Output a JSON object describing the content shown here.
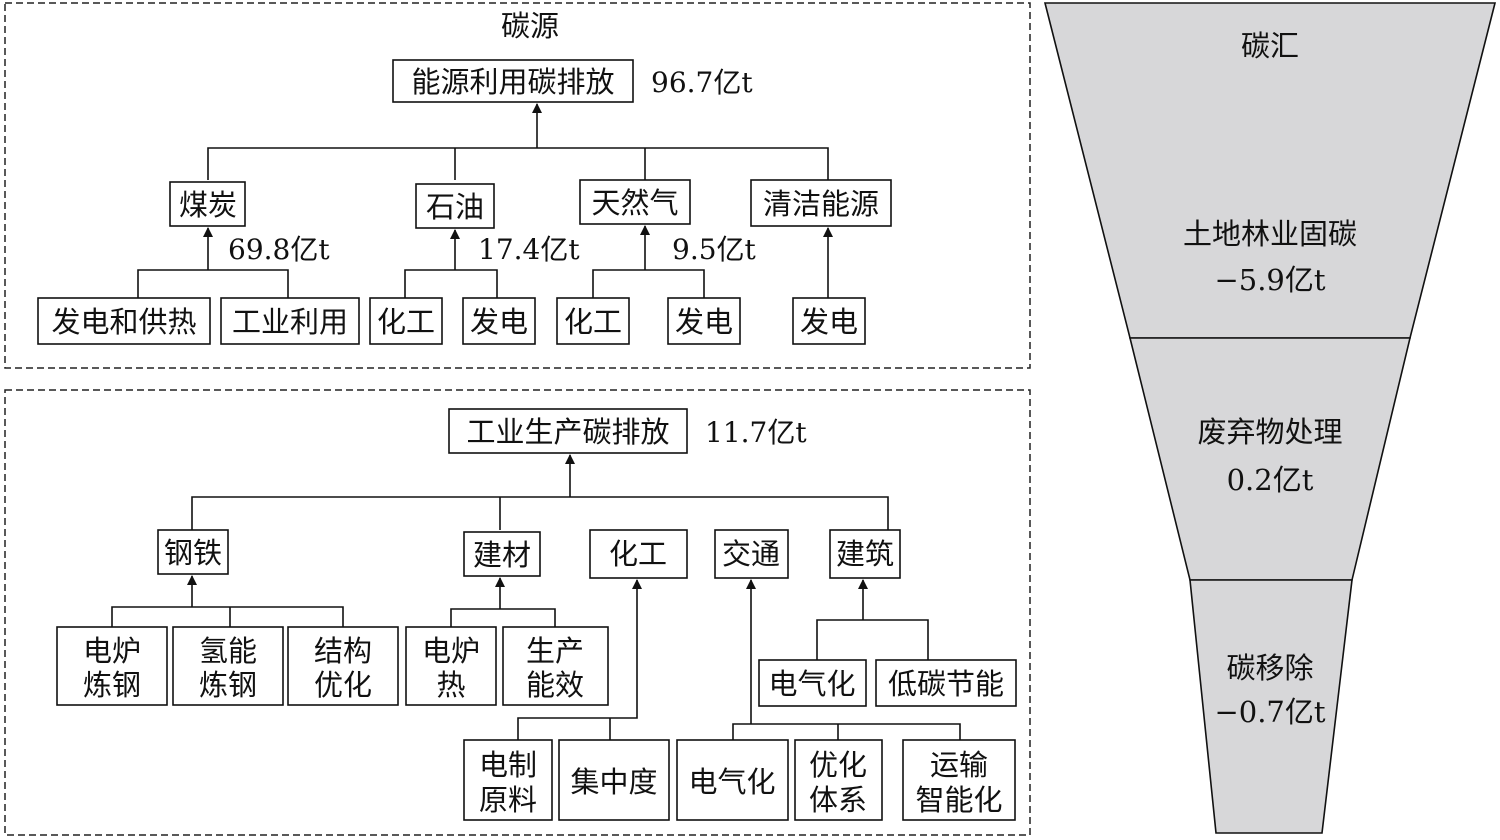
{
  "source": {
    "title": "碳源",
    "root": {
      "label": "能源利用碳排放",
      "value": "96.7亿t"
    },
    "categories": [
      {
        "label": "煤炭",
        "value": "69.8亿t",
        "children": [
          "发电和供热",
          "工业利用"
        ]
      },
      {
        "label": "石油",
        "value": "17.4亿t",
        "children": [
          "化工",
          "发电"
        ]
      },
      {
        "label": "天然气",
        "value": "9.5亿t",
        "children": [
          "化工",
          "发电"
        ]
      },
      {
        "label": "清洁能源",
        "value": "",
        "children": [
          "发电"
        ]
      }
    ]
  },
  "industry": {
    "root": {
      "label": "工业生产碳排放",
      "value": "11.7亿t"
    },
    "sectors": [
      {
        "label": "钢铁",
        "children": [
          [
            "电炉",
            "炼钢"
          ],
          [
            "氢能",
            "炼钢"
          ],
          [
            "结构",
            "优化"
          ]
        ]
      },
      {
        "label": "建材",
        "children": [
          [
            "电炉",
            "热"
          ],
          [
            "生产",
            "能效"
          ]
        ]
      },
      {
        "label": "化工",
        "children": [
          [
            "电制",
            "原料"
          ],
          [
            "集中度"
          ]
        ]
      },
      {
        "label": "交通",
        "children": [
          [
            "电气化"
          ],
          [
            "优化",
            "体系"
          ],
          [
            "运输",
            "智能化"
          ]
        ]
      },
      {
        "label": "建筑",
        "children": [
          [
            "电气化"
          ],
          [
            "低碳节能"
          ]
        ]
      }
    ]
  },
  "sink": {
    "title": "碳汇",
    "layers": [
      {
        "label": "土地林业固碳",
        "value": "−5.9亿t"
      },
      {
        "label": "废弃物处理",
        "value": "0.2亿t"
      },
      {
        "label": "碳移除",
        "value": "−0.7亿t"
      }
    ]
  }
}
